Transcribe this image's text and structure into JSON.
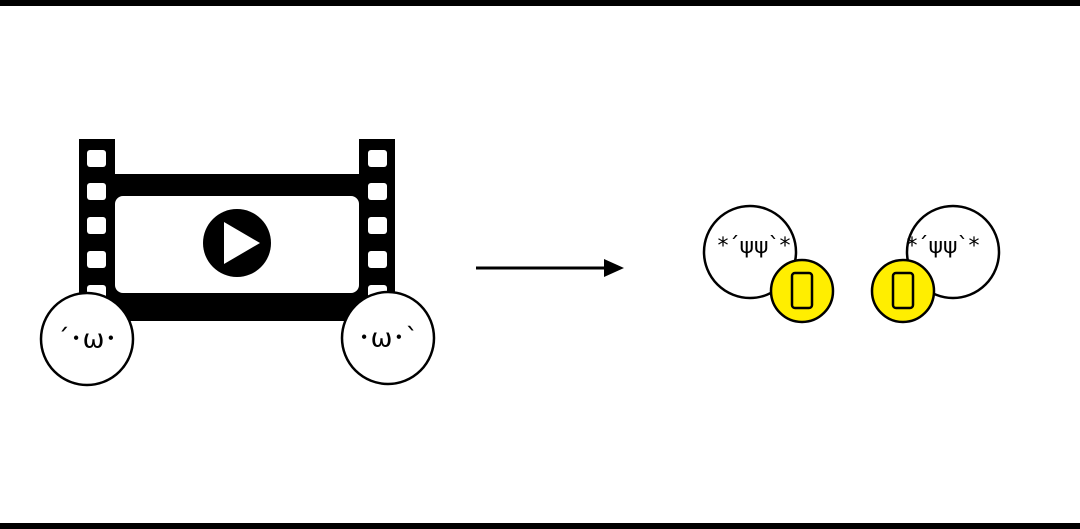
{
  "faces": {
    "left_face": "´･ω･",
    "right_face": "･ω･`",
    "phone_face_left": "*´ψψ`*",
    "phone_face_right": "*´ψψ`*"
  },
  "colors": {
    "background": "#ffffff",
    "ink": "#000000",
    "phone_yellow": "#ffee00"
  },
  "icons": [
    "film-strip-icon",
    "play-icon",
    "arrow-icon",
    "smartphone-icon"
  ]
}
